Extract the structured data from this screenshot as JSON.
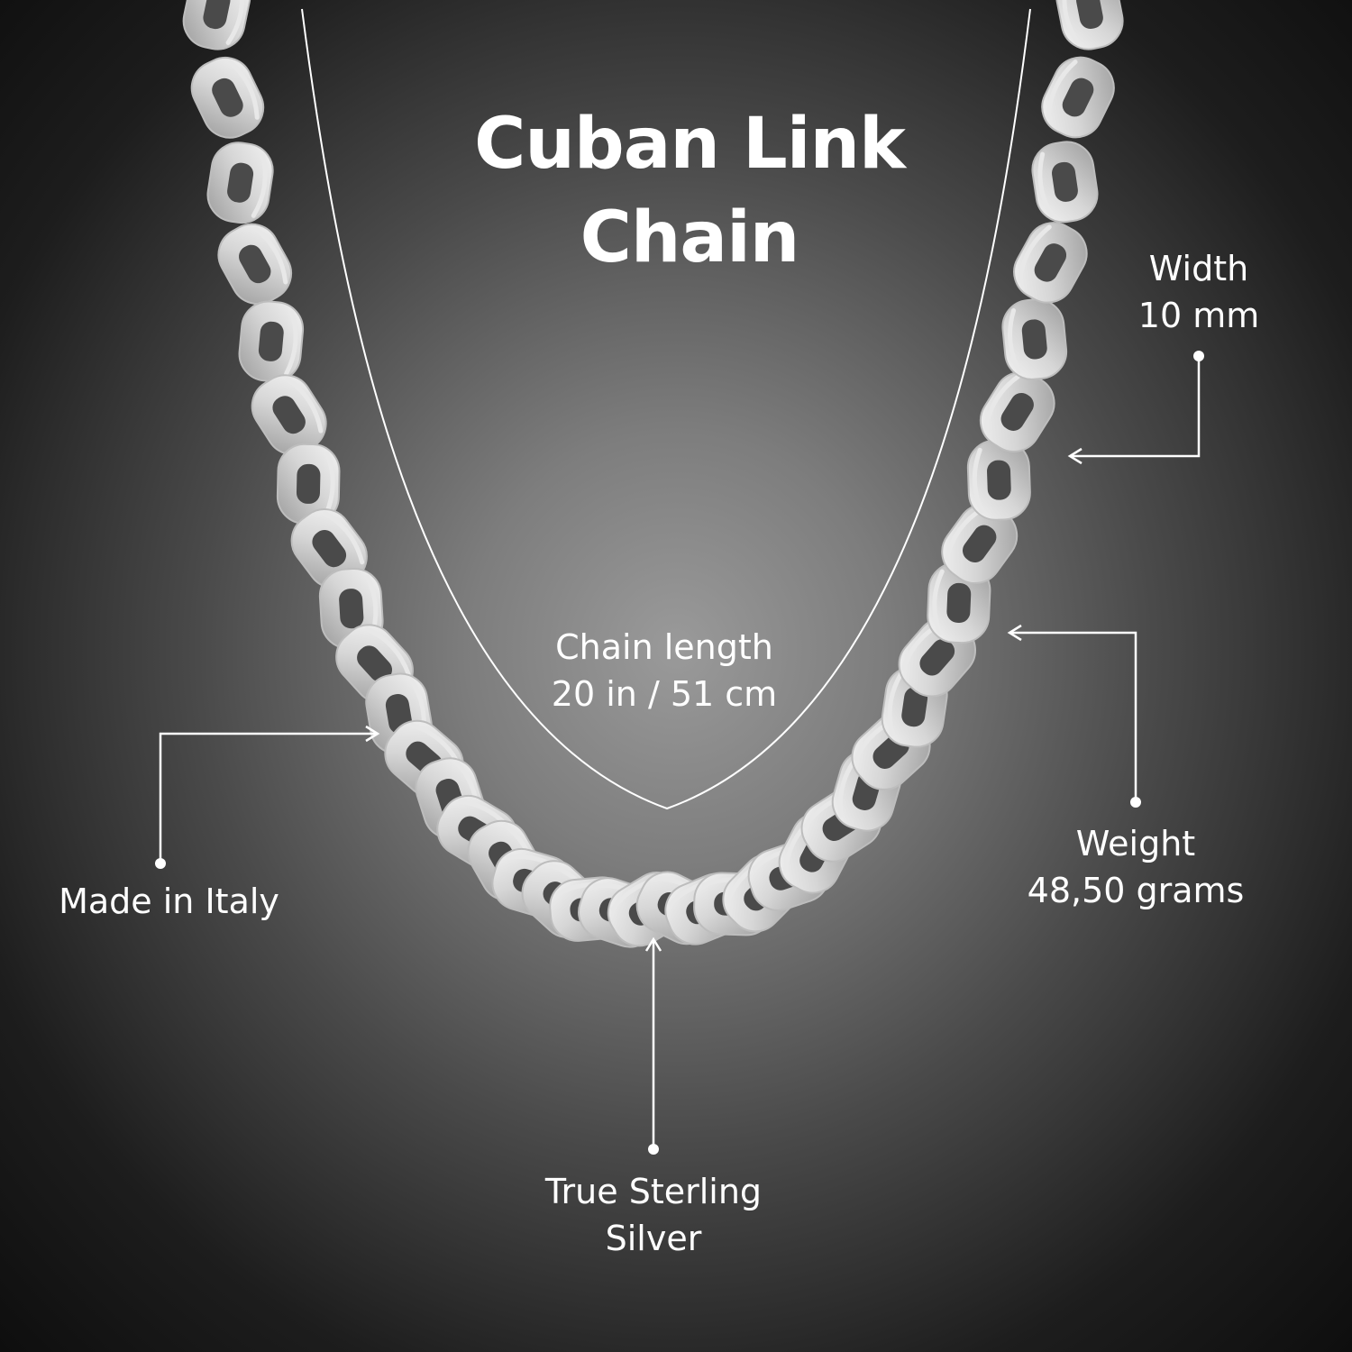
{
  "title": {
    "line1": "Cuban Link",
    "line2": "Chain"
  },
  "callouts": {
    "width": {
      "label": "Width",
      "value": "10 mm"
    },
    "chain_length": {
      "label": "Chain length",
      "value": "20 in / 51 cm"
    },
    "made_in": {
      "label": "Made in Italy"
    },
    "weight": {
      "label": "Weight",
      "value": "48,50 grams"
    },
    "material": {
      "label": "True Sterling",
      "value": "Silver"
    }
  },
  "colors": {
    "text": "#ffffff",
    "line": "#ffffff",
    "chain_light": "#e8e8e8",
    "chain_mid": "#bdbdbd",
    "chain_dark": "#4a4a4a"
  }
}
